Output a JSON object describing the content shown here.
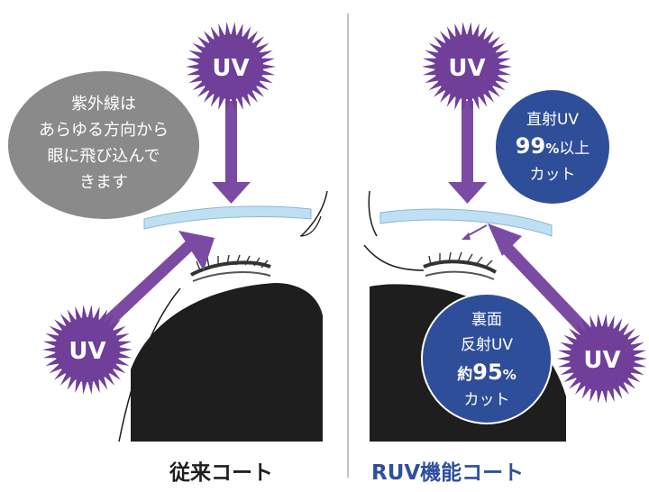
{
  "colors": {
    "uv_purple": "#7b4ba3",
    "uv_burst": "#6f3f9a",
    "lens_blue": "#bfe0f3",
    "bubble_gray": "#8a8a8a",
    "bubble_blue": "#2f4e9a",
    "face_dark": "#1e1e1e",
    "caption_blue": "#2e4f9e"
  },
  "icons": [
    "uv-burst-icon",
    "arrow-icon",
    "lens-icon",
    "eye-icon"
  ],
  "left_panel": {
    "uv_top": "UV",
    "uv_bottom": "UV",
    "bubble": {
      "line1": "紫外線は",
      "line2": "あらゆる方向から",
      "line3": "眼に飛び込んで",
      "line4": "きます"
    },
    "caption": "従来コート"
  },
  "right_panel": {
    "uv_top": "UV",
    "uv_bottom": "UV",
    "bubble_top": {
      "line1": "直射UV",
      "line2_num": "99",
      "line2_pct": "%",
      "line2_rest": "以上",
      "line3": "カット"
    },
    "bubble_bottom": {
      "line1": "裏面",
      "line2": "反射UV",
      "line3_prefix": "約",
      "line3_num": "95",
      "line3_pct": "%",
      "line4": "カット"
    },
    "caption": "RUV機能コート"
  }
}
